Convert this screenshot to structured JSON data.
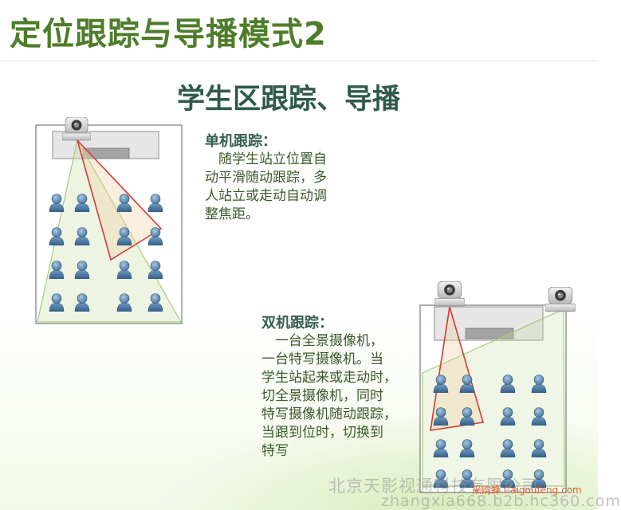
{
  "page_title": "定位跟踪与导播模式2",
  "subtitle": "学生区跟踪、导播",
  "single_camera": {
    "heading": "单机跟踪：",
    "description": "　随学生站立位置自\n动平滑随动跟踪，多\n人站立或走动自动调\n整焦距。"
  },
  "dual_camera": {
    "heading": "双机跟踪：",
    "description": "　一台全景摄像机，\n一台特写摄像机。当\n学生站起来或走动时，\n切全景摄像机，同时\n特写摄像机随动跟踪，\n当跟到位时，切换到\n特写"
  },
  "watermark": {
    "company": "北京天影视通科技有限公司",
    "url": "zhangxia668.b2b.hc360.com",
    "tag": "采购蜂 Caigoufeng.com"
  },
  "colors": {
    "title": "#4e7d2a",
    "subtitle": "#2f5a4a",
    "tracking_beam": "#d23a3a",
    "panorama_beam": "#9bc46a"
  },
  "icons": [
    "ptz-camera-icon",
    "student-icon"
  ]
}
